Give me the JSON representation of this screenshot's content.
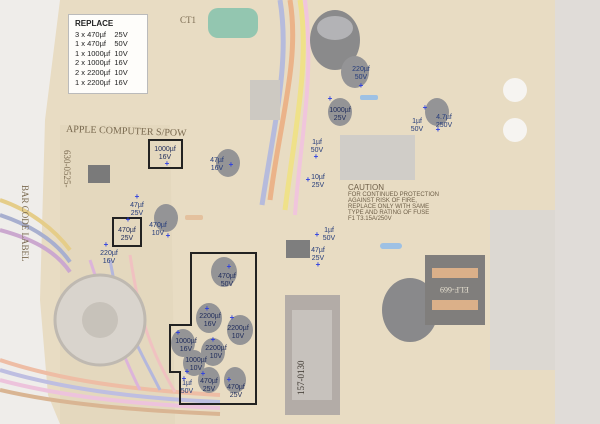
{
  "legend": {
    "title": "REPLACE",
    "rows": [
      {
        "qty": "3",
        "size": "470µf",
        "voltage": "25V"
      },
      {
        "qty": "1",
        "size": "470µf",
        "voltage": "50V"
      },
      {
        "qty": "1",
        "size": "1000µf",
        "voltage": "10V"
      },
      {
        "qty": "2",
        "size": "1000µf",
        "voltage": "16V"
      },
      {
        "qty": "2",
        "size": "2200µf",
        "voltage": "10V"
      },
      {
        "qty": "1",
        "size": "2200µf",
        "voltage": "16V"
      }
    ]
  },
  "board_text": {
    "maker": "APPLE COMPUTER S/POW",
    "barcode": "BAR CODE LABEL",
    "part": "630-0525-",
    "ct": "CT1",
    "caution_title": "CAUTION",
    "caution_body": "FOR CONTINUED PROTECTION AGAINST RISK OF FIRE, REPLACE ONLY WITH SAME TYPE AND RATING OF FUSE",
    "fuse": "F1 T3.15A/250V",
    "transformer": "157-0130",
    "coil": "ELF-669"
  },
  "capacitors": [
    {
      "value": "220µf",
      "voltage": "50V"
    },
    {
      "value": "1000µf",
      "voltage": "25V"
    },
    {
      "value": "1µf",
      "voltage": "50V"
    },
    {
      "value": "4.7µf",
      "voltage": "250V"
    },
    {
      "value": "1000µf",
      "voltage": "16V"
    },
    {
      "value": "47µf",
      "voltage": "16V"
    },
    {
      "value": "1µf",
      "voltage": "50V"
    },
    {
      "value": "10µf",
      "voltage": "25V"
    },
    {
      "value": "47µf",
      "voltage": "25V"
    },
    {
      "value": "470µf",
      "voltage": "25V"
    },
    {
      "value": "470µf",
      "voltage": "10V"
    },
    {
      "value": "220µf",
      "voltage": "16V"
    },
    {
      "value": "1µf",
      "voltage": "50V"
    },
    {
      "value": "47µf",
      "voltage": "25V"
    },
    {
      "value": "470µf",
      "voltage": "50V"
    },
    {
      "value": "2200µf",
      "voltage": "16V"
    },
    {
      "value": "2200µf",
      "voltage": "10V"
    },
    {
      "value": "1000µf",
      "voltage": "16V"
    },
    {
      "value": "2200µf",
      "voltage": "10V"
    },
    {
      "value": "1000µf",
      "voltage": "10V"
    },
    {
      "value": "1µf",
      "voltage": "50V"
    },
    {
      "value": "470µf",
      "voltage": "25V"
    },
    {
      "value": "470µf",
      "voltage": "25V"
    }
  ]
}
